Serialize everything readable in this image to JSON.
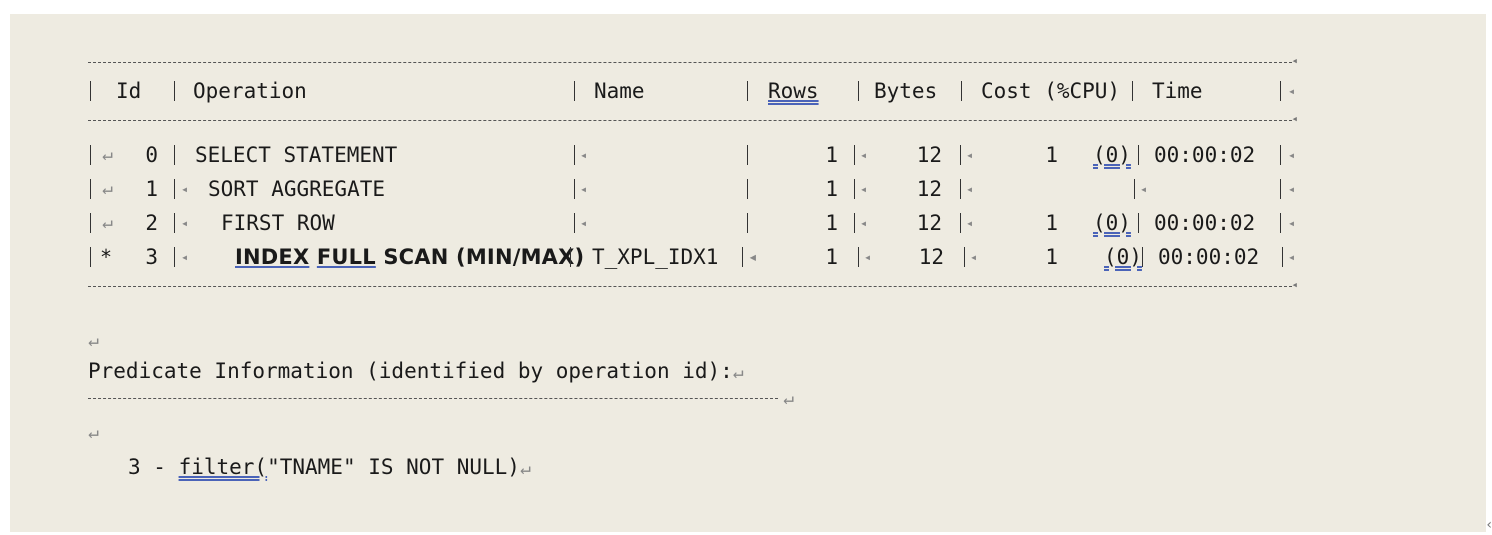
{
  "table": {
    "headers": {
      "id": "Id",
      "operation": "Operation",
      "name": "Name",
      "rows": "Rows",
      "bytes": "Bytes",
      "cost": "Cost (%CPU)",
      "time": "Time"
    },
    "rows": [
      {
        "marker": "↵",
        "id": "0",
        "operation": "SELECT STATEMENT",
        "name": "",
        "rows": "1",
        "bytes": "12",
        "cost": "1",
        "cpu": "(0)",
        "time": "00:00:02"
      },
      {
        "marker": "↵",
        "id": "1",
        "operation": "SORT AGGREGATE",
        "name": "",
        "rows": "1",
        "bytes": "12",
        "cost": "",
        "cpu": "",
        "time": ""
      },
      {
        "marker": "↵",
        "id": "2",
        "operation": "FIRST ROW",
        "name": "",
        "rows": "1",
        "bytes": "12",
        "cost": "1",
        "cpu": "(0)",
        "time": "00:00:02"
      },
      {
        "marker": "*",
        "id": "3",
        "operation_parts": [
          "INDEX",
          "FULL",
          "SCAN (MIN/MAX)"
        ],
        "name": "T_XPL_IDX1",
        "rows": "1",
        "bytes": "12",
        "cost": "1",
        "cpu": "(0)",
        "time": "00:00:02"
      }
    ]
  },
  "predicate": {
    "title": "Predicate Information (identified by operation id):",
    "line_prefix": "3 - ",
    "filter_word": "filter(",
    "filter_rest": "\"TNAME\" IS NOT NULL)"
  },
  "marks": {
    "return": "↵",
    "small": "◂",
    "corner": "‹"
  }
}
